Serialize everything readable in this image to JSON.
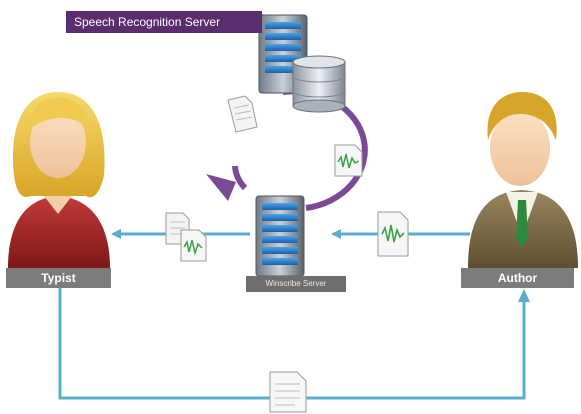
{
  "header": {
    "title": "Speech Recognition Server"
  },
  "nodes": {
    "typist": {
      "label": "Typist"
    },
    "author": {
      "label": "Author"
    },
    "server": {
      "label": "Winscribe Server"
    }
  },
  "colors": {
    "banner": "#5b2d6e",
    "cycle_arrow": "#7b4a96",
    "flow_line": "#5aaecb",
    "label_bg": "#7c7c7c"
  },
  "icons": [
    "server-icon",
    "database-icon",
    "document-icon",
    "audio-file-icon",
    "typist-avatar-icon",
    "author-avatar-icon"
  ]
}
